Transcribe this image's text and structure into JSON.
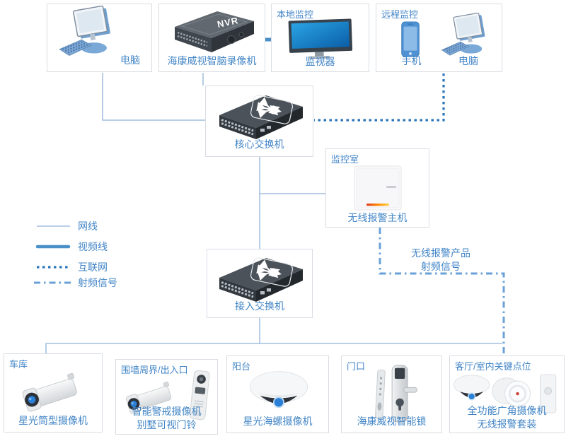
{
  "colors": {
    "accent_blue": "#4285c6",
    "line_network": "#8fb2d9",
    "line_video": "#4a90c8",
    "line_internet": "#2b76bb",
    "line_rf": "#6aa1d8",
    "box_border": "#d9dde3"
  },
  "top_row": {
    "pc": {
      "label": "电脑"
    },
    "nvr": {
      "device_text": "NVR",
      "label": "海康威视智脑录像机"
    },
    "local": {
      "title": "本地监控",
      "label": "监视器"
    },
    "remote": {
      "title": "远程监控",
      "phone_label": "手机",
      "pc_label": "电脑"
    }
  },
  "network": {
    "core_switch": {
      "label": "核心交换机"
    },
    "access_switch": {
      "label": "接入交换机"
    }
  },
  "monitor_room": {
    "title": "监控室",
    "label": "无线报警主机"
  },
  "rf_note": {
    "line1": "无线报警产品",
    "line2": "射频信号"
  },
  "legend": {
    "items": [
      {
        "label": "网线"
      },
      {
        "label": "视频线"
      },
      {
        "label": "互联网"
      },
      {
        "label": "射频信号"
      }
    ]
  },
  "bottom_row": [
    {
      "title": "车库",
      "label1": "星光筒型摄像机"
    },
    {
      "title": "围墙周界/出入口",
      "label1": "智能警戒摄像机",
      "label2": "别墅可视门铃"
    },
    {
      "title": "阳台",
      "label1": "星光海螺摄像机"
    },
    {
      "title": "门口",
      "label1": "海康威视智能锁"
    },
    {
      "title": "客厅/室内关键点位",
      "label1": "全功能广角摄像机",
      "label2": "无线报警套装"
    }
  ]
}
